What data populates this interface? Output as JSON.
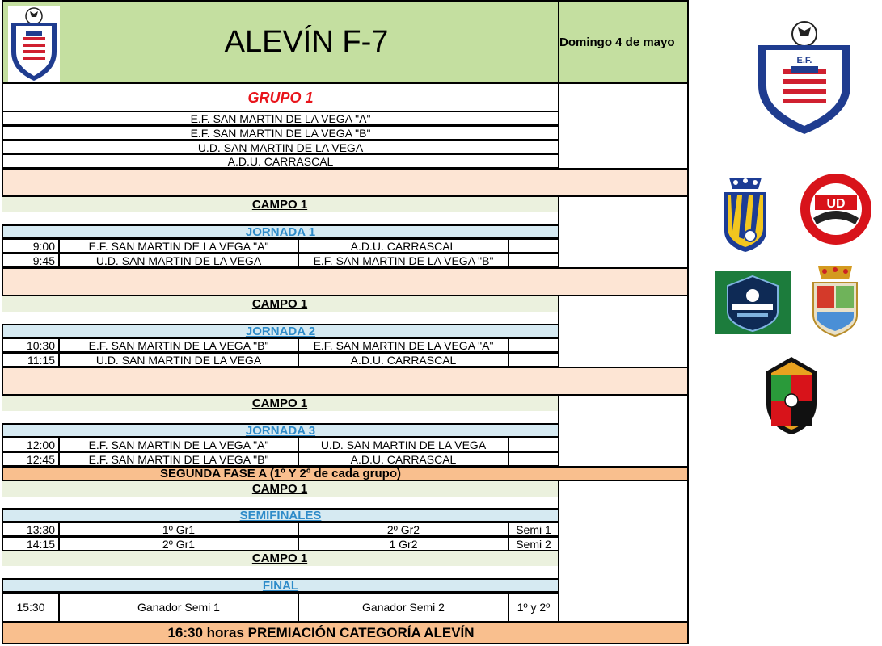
{
  "header": {
    "title": "ALEVÍN F-7",
    "date": "Domingo 4 de mayo"
  },
  "group": {
    "title": "GRUPO 1",
    "teams": [
      "E.F. SAN MARTIN DE LA VEGA \"A\"",
      "E.F. SAN MARTIN DE LA VEGA \"B\"",
      "U.D. SAN MARTIN DE LA VEGA",
      "A.D.U. CARRASCAL"
    ]
  },
  "field_label": "CAMPO 1",
  "jornadas": [
    {
      "title": "JORNADA 1",
      "matches": [
        {
          "time": "9:00",
          "home": "E.F. SAN MARTIN DE LA VEGA \"A\"",
          "away": "A.D.U. CARRASCAL"
        },
        {
          "time": "9:45",
          "home": "U.D. SAN MARTIN DE LA VEGA",
          "away": "E.F. SAN MARTIN DE LA VEGA \"B\""
        }
      ]
    },
    {
      "title": "JORNADA 2",
      "matches": [
        {
          "time": "10:30",
          "home": "E.F. SAN MARTIN DE LA VEGA \"B\"",
          "away": "E.F. SAN MARTIN DE LA VEGA \"A\""
        },
        {
          "time": "11:15",
          "home": "U.D. SAN MARTIN DE LA VEGA",
          "away": "A.D.U. CARRASCAL"
        }
      ]
    },
    {
      "title": "JORNADA 3",
      "matches": [
        {
          "time": "12:00",
          "home": "E.F. SAN MARTIN DE LA VEGA \"A\"",
          "away": "U.D. SAN MARTIN DE LA VEGA"
        },
        {
          "time": "12:45",
          "home": "E.F. SAN MARTIN DE LA VEGA \"B\"",
          "away": "A.D.U. CARRASCAL"
        }
      ]
    }
  ],
  "second_phase": "SEGUNDA FASE A (1º Y 2º de cada grupo)",
  "semis": {
    "title": "SEMIFINALES",
    "matches": [
      {
        "time": "13:30",
        "home": "1º Gr1",
        "away": "2º Gr2",
        "label": "Semi 1"
      },
      {
        "time": "14:15",
        "home": "2º Gr1",
        "away": "1 Gr2",
        "label": "Semi 2"
      }
    ]
  },
  "final": {
    "title": "FINAL",
    "time": "15:30",
    "home": "Ganador Semi 1",
    "away": "Ganador Semi 2",
    "label": "1º y 2º"
  },
  "award": "16:30 horas  PREMIACIÓN CATEGORÍA ALEVÍN",
  "logos": [
    "ef-san-martin-crest",
    "adu-carrascal-crest",
    "ud-san-martin-crest",
    "santa-elena-crest",
    "town-coat-of-arms",
    "villa-crest"
  ],
  "colors": {
    "header_green": "#c4dfa0",
    "peach": "#fde5d4",
    "jornada_blue": "#d6eaf2",
    "orange": "#f9bf8e",
    "group_red": "#e8141b",
    "jornada_text": "#2e8bc9"
  }
}
